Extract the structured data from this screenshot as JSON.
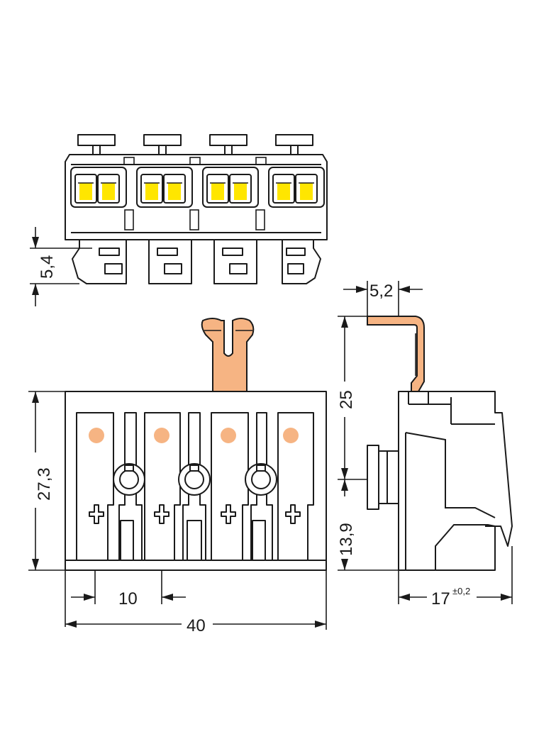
{
  "dimensions": {
    "d_5_4": "5,4",
    "d_5_2": "5,2",
    "d_25": "25",
    "d_27_3": "27,3",
    "d_13_9": "13,9",
    "d_10": "10",
    "d_40": "40",
    "d_17": "17",
    "d_17_tol": "±0,2"
  },
  "colors": {
    "outline": "#1a1a1a",
    "contact_orange": "#f6b483",
    "release_yellow": "#ffe600"
  }
}
